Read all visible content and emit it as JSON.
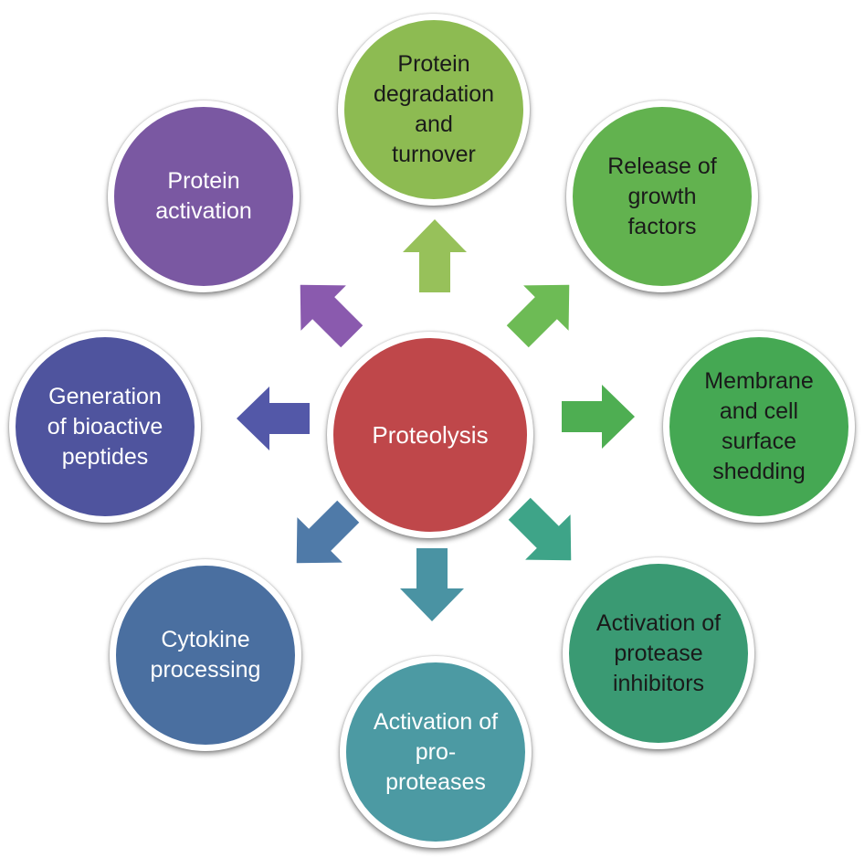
{
  "center": {
    "label": "Proteolysis",
    "color": "#bf474a"
  },
  "nodes": [
    {
      "id": "protein-degradation",
      "label": "Protein\ndegradation\nand\nturnover",
      "color": "#8dbb52",
      "text": "dark"
    },
    {
      "id": "release-growth-factors",
      "label": "Release of\ngrowth\nfactors",
      "color": "#62b24f",
      "text": "dark"
    },
    {
      "id": "membrane-shedding",
      "label": "Membrane\nand cell\nsurface\nshedding",
      "color": "#45a853",
      "text": "dark"
    },
    {
      "id": "activation-protease-inhibitors",
      "label": "Activation of\nprotease\ninhibitors",
      "color": "#3a9a73",
      "text": "dark"
    },
    {
      "id": "activation-pro-proteases",
      "label": "Activation of\npro-\nproteases",
      "color": "#4c9aa3",
      "text": "light"
    },
    {
      "id": "cytokine-processing",
      "label": "Cytokine\nprocessing",
      "color": "#4a6fa0",
      "text": "light"
    },
    {
      "id": "generation-bioactive-peptides",
      "label": "Generation\nof bioactive\npeptides",
      "color": "#4f549e",
      "text": "light"
    },
    {
      "id": "protein-activation",
      "label": "Protein\nactivation",
      "color": "#7a58a2",
      "text": "light"
    }
  ],
  "arrows": [
    {
      "id": "protein-degradation",
      "color": "#97c15a"
    },
    {
      "id": "release-growth-factors",
      "color": "#6dbb55"
    },
    {
      "id": "membrane-shedding",
      "color": "#4eae52"
    },
    {
      "id": "activation-protease-inhibitors",
      "color": "#3ea488"
    },
    {
      "id": "activation-pro-proteases",
      "color": "#4a93a3"
    },
    {
      "id": "cytokine-processing",
      "color": "#4f7aa8"
    },
    {
      "id": "generation-bioactive-peptides",
      "color": "#5358a8"
    },
    {
      "id": "protein-activation",
      "color": "#8a5aae"
    }
  ]
}
